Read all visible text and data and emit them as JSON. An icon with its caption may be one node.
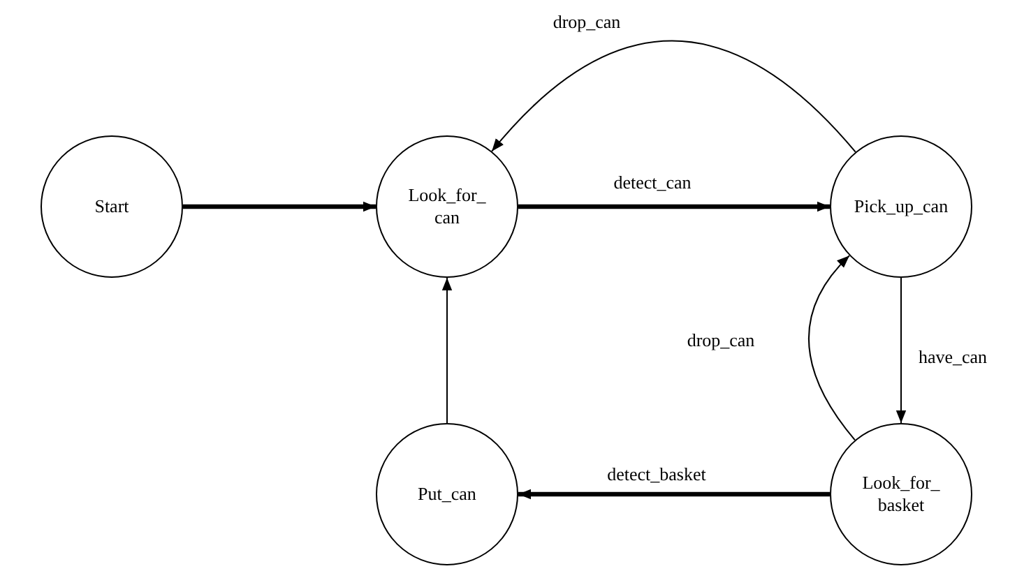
{
  "diagram": {
    "nodes": [
      {
        "text": [
          "Start"
        ]
      },
      {
        "text": [
          "Look_for_ can"
        ]
      },
      {
        "text": [
          "Pick_up_can"
        ]
      },
      {
        "text": [
          "Look_for_ basket"
        ]
      },
      {
        "text": [
          "Put_can"
        ]
      }
    ],
    "edges": [
      {
        "from": 0,
        "to": 1,
        "arrow": "to",
        "style": "thick"
      },
      {
        "from": 1,
        "to": 2,
        "arrow": "to",
        "label": "detect_can",
        "style": "thick"
      },
      {
        "from": 2,
        "to": 1,
        "arrow": "to",
        "label": "drop_can"
      },
      {
        "from": 2,
        "to": 3,
        "arrow": "to",
        "label": "have_can"
      },
      {
        "from": 3,
        "to": 2,
        "arrow": "to",
        "label": "drop_can"
      },
      {
        "from": 3,
        "to": 4,
        "arrow": "to",
        "label": "detect_basket",
        "style": "thick"
      },
      {
        "from": 4,
        "to": 1,
        "arrow": "to"
      }
    ]
  }
}
